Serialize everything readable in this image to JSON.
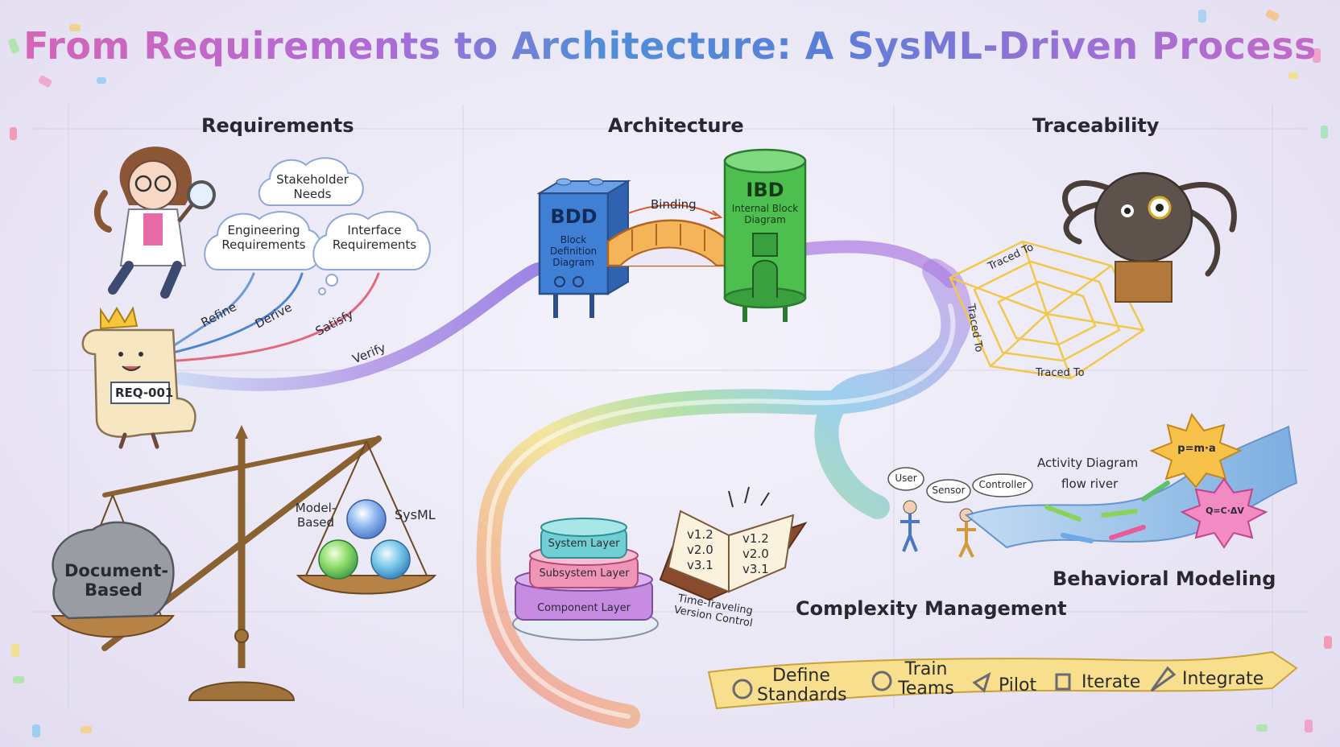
{
  "title": "From Requirements to Architecture: A SysML-Driven Process",
  "sections": {
    "requirements": "Requirements",
    "architecture": "Architecture",
    "traceability": "Traceability",
    "complexity": "Complexity Management",
    "behavioral": "Behavioral Modeling"
  },
  "requirements": {
    "clouds": [
      "Stakeholder Needs",
      "Engineering Requirements",
      "Interface Requirements"
    ],
    "relations": [
      "Refine",
      "Derive",
      "Satisfy",
      "Verify"
    ],
    "scroll_label": "REQ-001"
  },
  "scale": {
    "left": "Document-Based",
    "right_model": "Model-Based",
    "right_sysml": "SysML"
  },
  "architecture": {
    "bdd_title": "BDD",
    "bdd_sub": "Block Definition Diagram",
    "bridge_label": "Binding",
    "ibd_title": "IBD",
    "ibd_sub": "Internal Block Diagram"
  },
  "traceability": {
    "labels": [
      "Traced To",
      "Traced To",
      "Traced To"
    ]
  },
  "behavior": {
    "actors": [
      "User",
      "Sensor",
      "Controller"
    ],
    "river_title": "Activity Diagram",
    "river_sub": "flow river",
    "eq1": "p=m·a",
    "eq2": "Q=C·ΔV"
  },
  "complexity": {
    "layers": [
      "System Layer",
      "Subsystem Layer",
      "Component Layer"
    ],
    "book_left": [
      "v1.2",
      "v2.0",
      "v3.1"
    ],
    "book_right": [
      "v1.2",
      "v2.0",
      "v3.1"
    ],
    "book_caption": "Time-Traveling Version Control"
  },
  "banner": {
    "steps": [
      "Define Standards",
      "Train Teams",
      "Pilot",
      "Iterate",
      "Integrate"
    ]
  },
  "colors": {
    "title_start": "#d765b4",
    "title_mid": "#4f8fd8",
    "bdd": "#3f7fd4",
    "ibd": "#4cbf4f",
    "web": "#f1c84a",
    "banner": "#f7df8e"
  }
}
